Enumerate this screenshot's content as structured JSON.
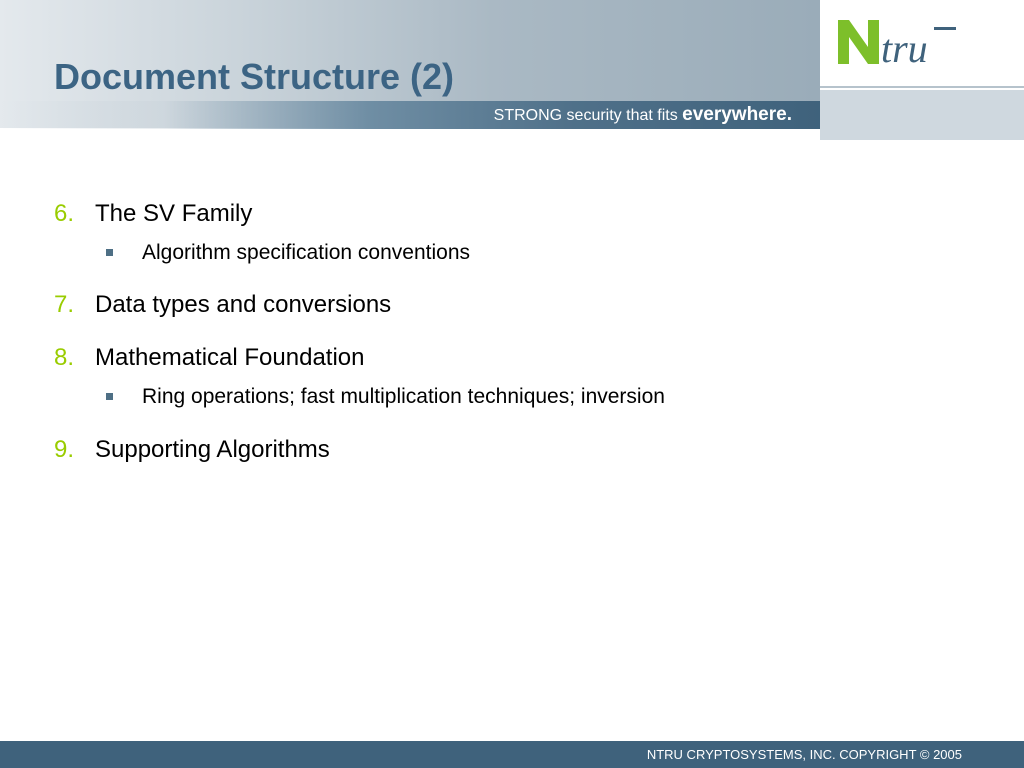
{
  "slide": {
    "title": "Document Structure (2)",
    "tagline": {
      "text": "STRONG security that fits ",
      "emphasis": "everywhere",
      "end": "."
    },
    "logo": {
      "icon": "ntru-logo",
      "colors": {
        "n": "#7dbf2a",
        "tru": "#3f627c"
      }
    },
    "footer": "NTRU CRYPTOSYSTEMS, INC. COPYRIGHT © 2005"
  },
  "items": [
    {
      "number": "6.",
      "label": "The SV Family",
      "sub": [
        "Algorithm specification conventions"
      ]
    },
    {
      "number": "7.",
      "label": "Data types and conversions",
      "sub": []
    },
    {
      "number": "8.",
      "label": "Mathematical Foundation",
      "sub": [
        "Ring operations; fast multiplication techniques; inversion"
      ]
    },
    {
      "number": "9.",
      "label": "Supporting Algorithms",
      "sub": []
    }
  ],
  "colors": {
    "title": "#3c6484",
    "number": "#99cc00",
    "bar": "#3f627c"
  }
}
